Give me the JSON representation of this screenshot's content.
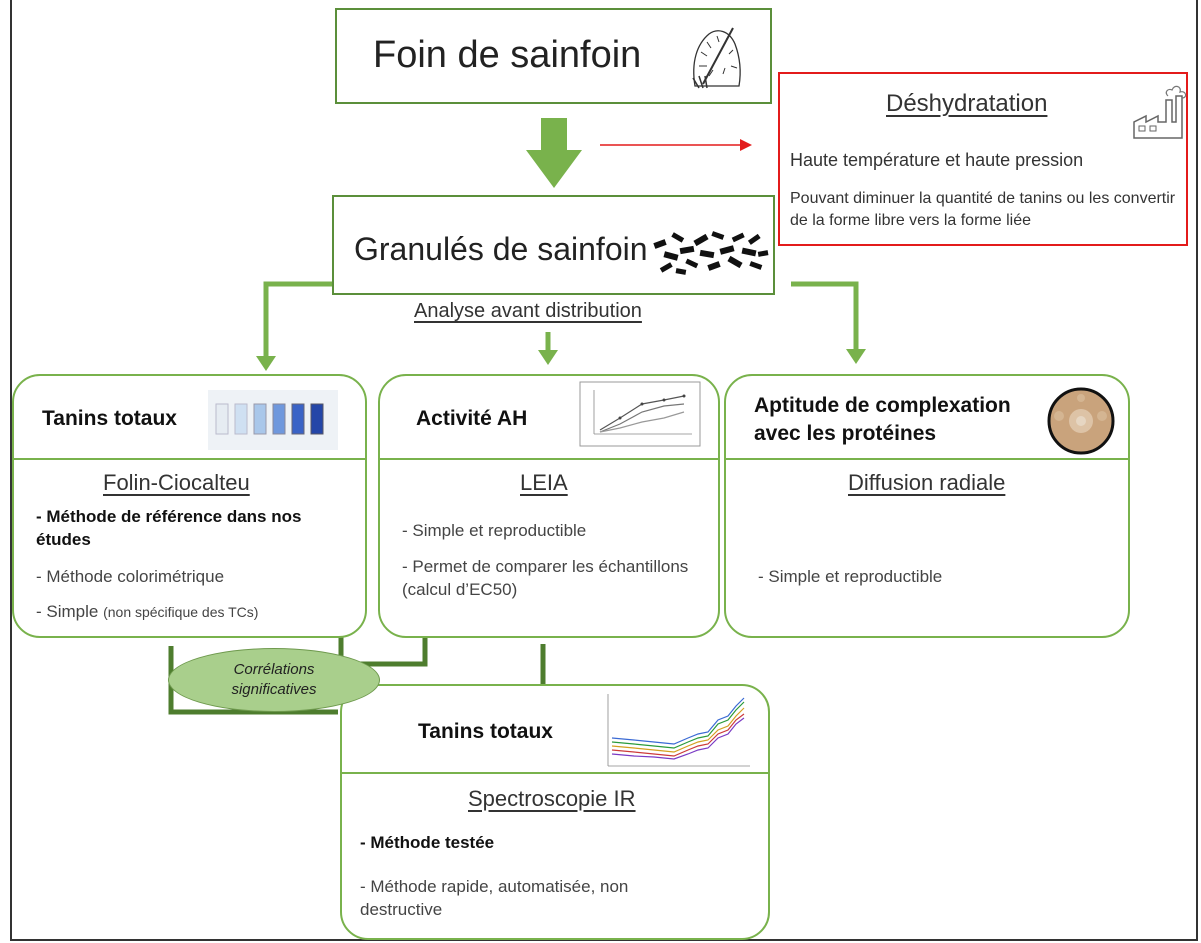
{
  "colors": {
    "green": "#79b24c",
    "dark_green": "#5b8f3a",
    "red": "#e31b1b",
    "ellipse": "#a9cf8c"
  },
  "hay": {
    "title": "Foin de sainfoin",
    "icon": "hay-fork-icon"
  },
  "dehydration": {
    "title": "Déshydratation",
    "icon": "factory-icon",
    "line1": "Haute température et haute pression",
    "line2": "Pouvant diminuer la quantité de tanins ou les convertir de la forme libre vers la forme liée"
  },
  "pellets": {
    "title": "Granulés de sainfoin",
    "icon": "pellets-icon"
  },
  "analysis_label": "Analyse avant distribution",
  "box1": {
    "header": "Tanins totaux",
    "method": "Folin-Ciocalteu",
    "item1": "- Méthode de référence dans nos études",
    "item2": "- Méthode colorimétrique",
    "item3_main": "- Simple ",
    "item3_note": "(non spécifique des TCs)"
  },
  "box2": {
    "header": "Activité AH",
    "method": "LEIA",
    "item1": "- Simple et reproductible",
    "item2": "- Permet de comparer les échantillons (calcul d’EC50)"
  },
  "box3": {
    "header_line1": "Aptitude de complexation",
    "header_line2": "avec les protéines",
    "method": "Diffusion radiale",
    "item1": "- Simple et reproductible"
  },
  "box4": {
    "header": "Tanins totaux",
    "method": "Spectroscopie IR",
    "item1": "- Méthode testée",
    "item2": "- Méthode rapide, automatisée, non destructive"
  },
  "correlation": {
    "line1": "Corrélations",
    "line2": "significatives"
  }
}
